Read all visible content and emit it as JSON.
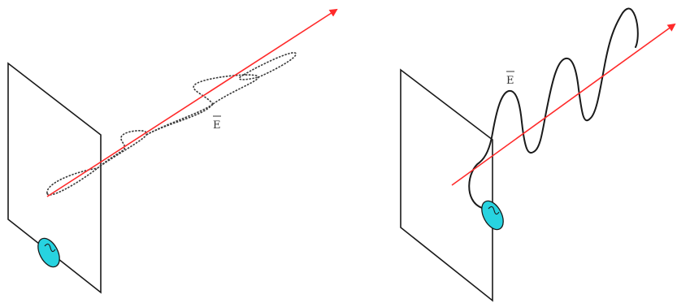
{
  "panels": [
    {
      "id": "left",
      "field_label": "E"
    },
    {
      "id": "right",
      "field_label": "E"
    }
  ],
  "colors": {
    "propagation_axis": "#ff2a2a",
    "source": "#27d3e0",
    "wave": "#1a1a1a",
    "plate": "#1a1a1a",
    "background": "#ffffff"
  },
  "icons": {
    "source": "ac-source-icon",
    "direction": "arrowhead-icon"
  }
}
